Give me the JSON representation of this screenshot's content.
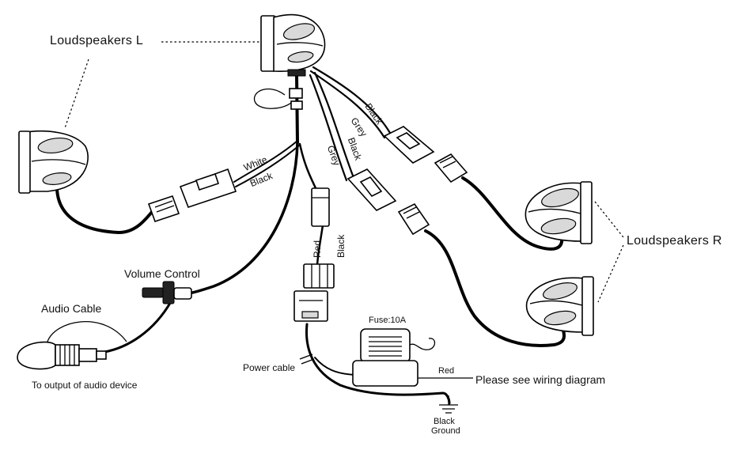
{
  "labels": {
    "loudspeakers_l": "Loudspeakers L",
    "loudspeakers_r": "Loudspeakers R",
    "volume_control": "Volume Control",
    "audio_cable": "Audio Cable",
    "audio_output": "To output of audio device",
    "power_cable": "Power cable",
    "fuse": "Fuse:10A",
    "wiring_note": "Please see wiring diagram",
    "red": "Red",
    "ground_black": "Black",
    "ground": "Ground"
  },
  "wires": {
    "white": "White",
    "black_left": "Black",
    "black_upper": "Black",
    "grey_upper": "Grey",
    "grey_lower": "Grey",
    "black_lower": "Black",
    "red_power": "Red",
    "black_power": "Black"
  }
}
